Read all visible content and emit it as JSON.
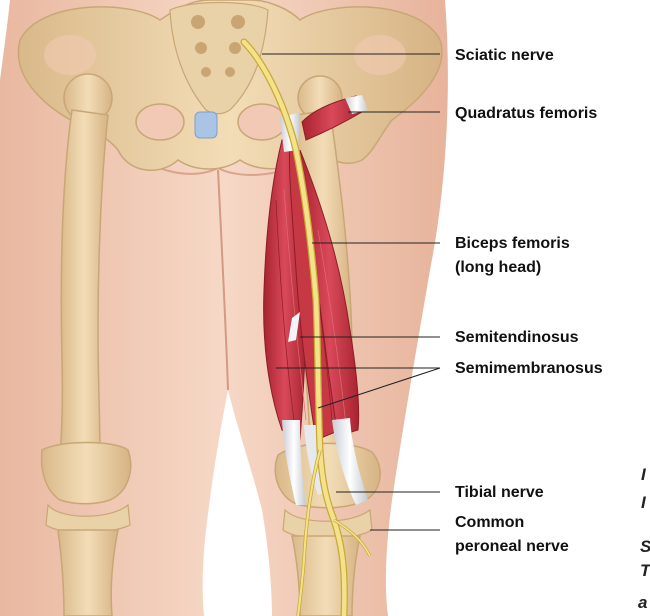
{
  "labels": {
    "sciatic_nerve": "Sciatic nerve",
    "quadratus_femoris": "Quadratus femoris",
    "biceps_line1": "Biceps femoris",
    "biceps_line2": "(long head)",
    "semitendinosus": "Semitendinosus",
    "semimembranosus": "Semimembranosus",
    "tibial_nerve": "Tibial nerve",
    "common_peroneal_line1": "Common",
    "common_peroneal_line2": "peroneal nerve"
  },
  "clipped_text": {
    "line1": "I",
    "line2": "I",
    "line3": "S",
    "line4": "T",
    "line5": "a"
  },
  "colors": {
    "skin": "#f2cdb7",
    "bone": "#e9cfa4",
    "muscle": "#c2343f",
    "nerve": "#f1dc7a",
    "tendon": "#dfe3e8"
  }
}
